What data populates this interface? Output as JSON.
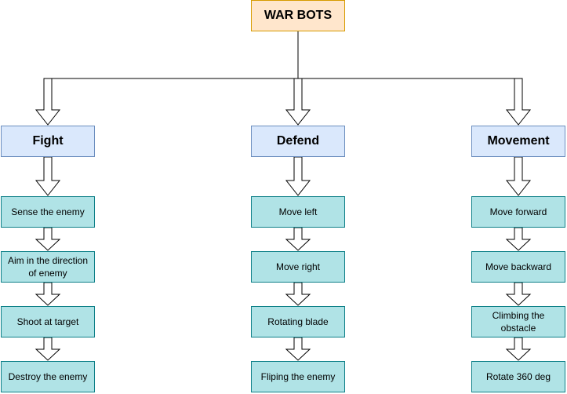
{
  "title": "WAR BOTS",
  "columns": [
    {
      "heading": "Fight",
      "steps": [
        "Sense the enemy",
        "Aim in the direction of enemy",
        "Shoot at target",
        "Destroy the enemy"
      ]
    },
    {
      "heading": "Defend",
      "steps": [
        "Move left",
        "Move right",
        "Rotating blade",
        "Fliping the enemy"
      ]
    },
    {
      "heading": "Movement",
      "steps": [
        "Move forward",
        "Move backward",
        "Climbing the obstacle",
        "Rotate 360 deg"
      ]
    }
  ],
  "colors": {
    "root_fill": "#ffe6cc",
    "root_stroke": "#d79b00",
    "category_fill": "#dae8fc",
    "category_stroke": "#6c8ebf",
    "step_fill": "#b0e3e6",
    "step_stroke": "#0e8088"
  }
}
